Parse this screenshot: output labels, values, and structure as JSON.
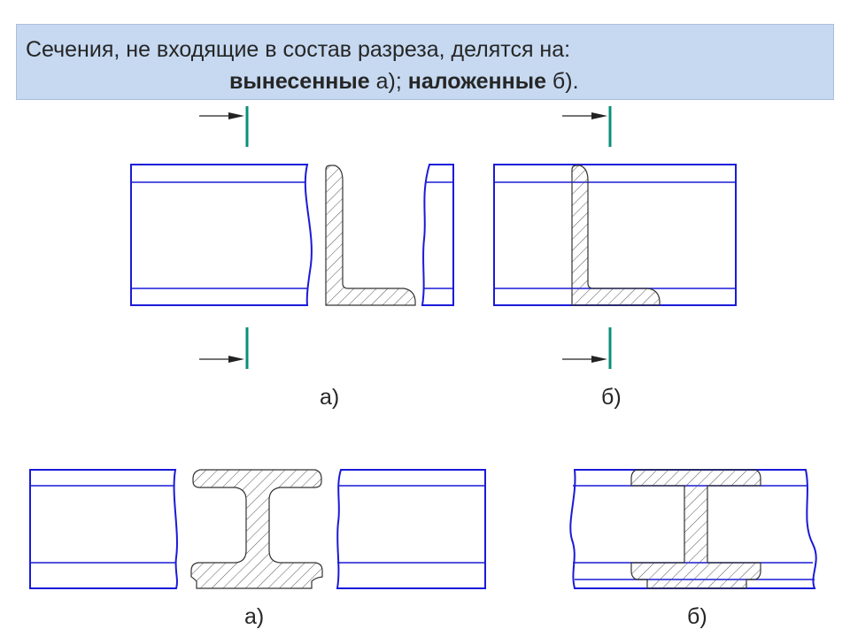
{
  "header": {
    "line1": "Сечения, не входящие в состав разреза, делятся на:",
    "line2_bold1": "вынесенные",
    "line2_text1": " а); ",
    "line2_bold2": "наложенные",
    "line2_text2": " б)."
  },
  "captions": {
    "top_a": "а)",
    "top_b": "б)",
    "bottom_a": "а)",
    "bottom_b": "б)"
  },
  "colors": {
    "header_bg": "#c6d9f1",
    "outline": "#1a1ad9",
    "cutting_plane": "#0a8f7a",
    "hatch": "#555555"
  }
}
